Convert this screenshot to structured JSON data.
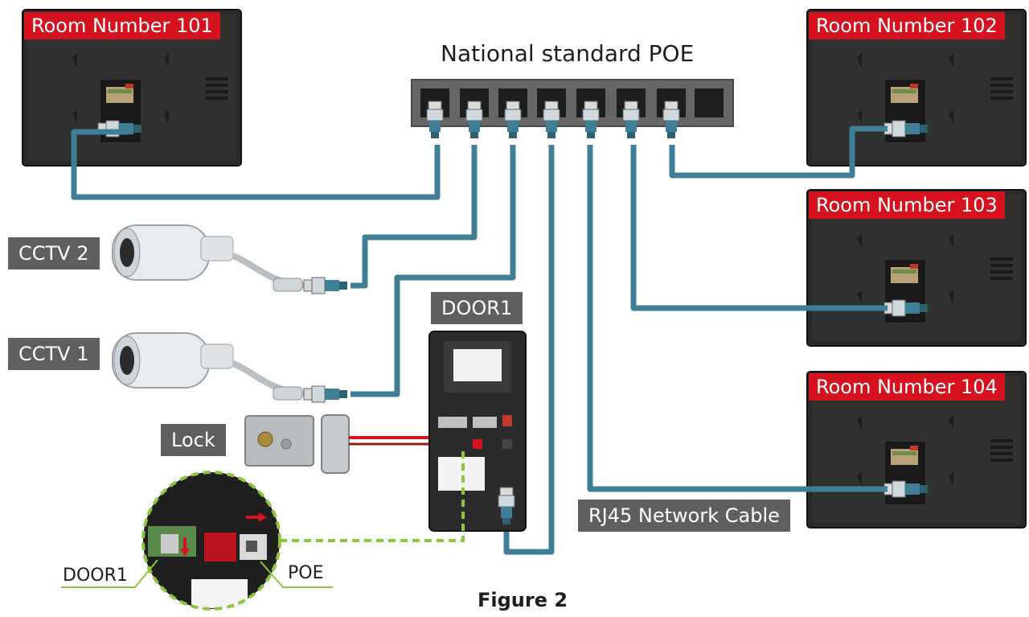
{
  "title": "National standard POE",
  "rooms": [
    {
      "label": "Room Number 101"
    },
    {
      "label": "Room Number 102"
    },
    {
      "label": "Room Number 103"
    },
    {
      "label": "Room Number 104"
    }
  ],
  "devices": {
    "cctv2": "CCTV 2",
    "cctv1": "CCTV 1",
    "lock": "Lock",
    "door": "DOOR1"
  },
  "cable_label": "RJ45 Network Cable",
  "inset": {
    "door1": "DOOR1",
    "poe": "POE"
  },
  "caption": "Figure 2",
  "colors": {
    "ethernet_cable": "#3e7f96",
    "lock_wire": "#d6121f",
    "inset_outline": "#8cc63f",
    "label_red": "#d6121f",
    "label_grey": "#5f5f5f",
    "device_dark": "#2b2b2b"
  }
}
